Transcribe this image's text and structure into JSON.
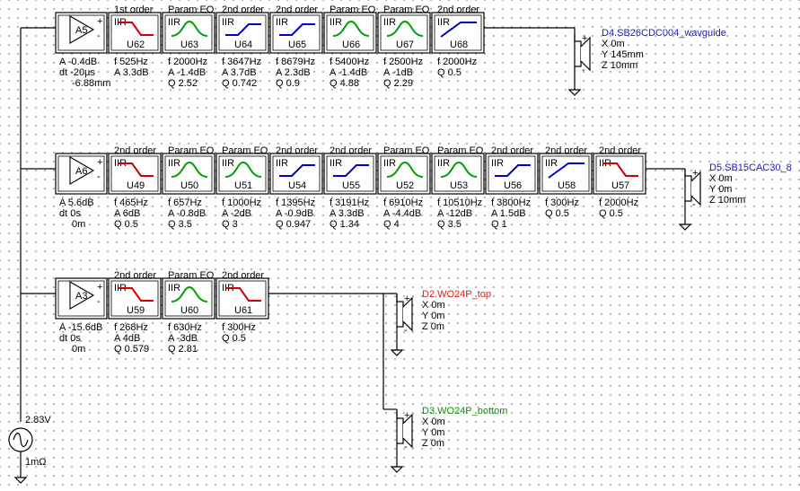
{
  "source": {
    "voltage": "2.83V",
    "impedance": "1mΩ"
  },
  "chains": [
    {
      "amp": {
        "label": "A5",
        "gain": "A -0.4dB",
        "delay": "dt -20µs",
        "offset": "-6.88mm"
      },
      "filters": [
        {
          "title": "1st order",
          "type": "IIR",
          "id": "U62",
          "icon": "lowpass",
          "color": "#d00000",
          "params": [
            "f  525Hz",
            "A  3.3dB"
          ]
        },
        {
          "title": "Param EQ",
          "type": "IIR",
          "id": "U63",
          "icon": "peak",
          "color": "#00a000",
          "params": [
            "f  2000Hz",
            "A  -1.4dB",
            "Q  2.52"
          ]
        },
        {
          "title": "2nd order",
          "type": "IIR",
          "id": "U64",
          "icon": "highshelf",
          "color": "#0000cc",
          "params": [
            "f  3647Hz",
            "A  3.7dB",
            "Q  0.742"
          ]
        },
        {
          "title": "2nd order",
          "type": "IIR",
          "id": "U65",
          "icon": "highshelf",
          "color": "#0000cc",
          "params": [
            "f  8679Hz",
            "A  2.3dB",
            "Q  0.9"
          ]
        },
        {
          "title": "Param EQ",
          "type": "IIR",
          "id": "U66",
          "icon": "peak",
          "color": "#00a000",
          "params": [
            "f  5400Hz",
            "A  -1.4dB",
            "Q  4.88"
          ]
        },
        {
          "title": "Param EQ",
          "type": "IIR",
          "id": "U67",
          "icon": "peak",
          "color": "#00a000",
          "params": [
            "f  2500Hz",
            "A  -1dB",
            "Q  2.29"
          ]
        },
        {
          "title": "2nd order",
          "type": "IIR",
          "id": "U68",
          "icon": "highpass",
          "color": "#0000cc",
          "params": [
            "f  2000Hz",
            "Q  0.5"
          ]
        }
      ],
      "drivers": [
        {
          "name": "D4.SB26CDC004_wavguide",
          "color": "#1a1acc",
          "coords": [
            "X  0m",
            "Y  145mm",
            "Z  10mm"
          ]
        }
      ]
    },
    {
      "amp": {
        "label": "A6",
        "gain": "A  5.6dB",
        "delay": "dt 0s",
        "offset": "0m"
      },
      "filters": [
        {
          "title": "2nd order",
          "type": "IIR",
          "id": "U49",
          "icon": "lowpass",
          "color": "#d00000",
          "params": [
            "f  465Hz",
            "A  6dB",
            "Q  0.5"
          ]
        },
        {
          "title": "Param EQ",
          "type": "IIR",
          "id": "U50",
          "icon": "peak",
          "color": "#00a000",
          "params": [
            "f  657Hz",
            "A  -0.8dB",
            "Q  3.5"
          ]
        },
        {
          "title": "Param EQ",
          "type": "IIR",
          "id": "U51",
          "icon": "peak",
          "color": "#00a000",
          "params": [
            "f  1000Hz",
            "A  -2dB",
            "Q  3"
          ]
        },
        {
          "title": "2nd order",
          "type": "IIR",
          "id": "U54",
          "icon": "highshelf",
          "color": "#0000cc",
          "params": [
            "f  1395Hz",
            "A  -0.9dB",
            "Q  0.947"
          ]
        },
        {
          "title": "2nd order",
          "type": "IIR",
          "id": "U55",
          "icon": "highshelf",
          "color": "#0000cc",
          "params": [
            "f  3191Hz",
            "A  3.3dB",
            "Q  1.34"
          ]
        },
        {
          "title": "Param EQ",
          "type": "IIR",
          "id": "U52",
          "icon": "peak",
          "color": "#00a000",
          "params": [
            "f  6910Hz",
            "A  -4.4dB",
            "Q  4"
          ]
        },
        {
          "title": "Param EQ",
          "type": "IIR",
          "id": "U53",
          "icon": "peak",
          "color": "#00a000",
          "params": [
            "f  10510Hz",
            "A  -12dB",
            "Q  3.5"
          ]
        },
        {
          "title": "2nd order",
          "type": "IIR",
          "id": "U56",
          "icon": "highshelf",
          "color": "#0000cc",
          "params": [
            "f  3800Hz",
            "A  1.5dB",
            "Q  1"
          ]
        },
        {
          "title": "2nd order",
          "type": "IIR",
          "id": "U58",
          "icon": "highpass",
          "color": "#0000cc",
          "params": [
            "f  300Hz",
            "Q  0.5"
          ]
        },
        {
          "title": "2nd order",
          "type": "IIR",
          "id": "U57",
          "icon": "lowpass",
          "color": "#d00000",
          "params": [
            "f  2000Hz",
            "Q  0.5"
          ]
        }
      ],
      "drivers": [
        {
          "name": "D5.SB15CAC30_8",
          "color": "#1a1acc",
          "coords": [
            "X  0m",
            "Y  0m",
            "Z  10mm"
          ]
        }
      ]
    },
    {
      "amp": {
        "label": "A3",
        "gain": "A  -15.6dB",
        "delay": "dt 0s",
        "offset": "0m"
      },
      "filters": [
        {
          "title": "2nd order",
          "type": "IIR",
          "id": "U59",
          "icon": "lowpass",
          "color": "#d00000",
          "params": [
            "f  268Hz",
            "A  4dB",
            "Q  0.579"
          ]
        },
        {
          "title": "Param EQ",
          "type": "IIR",
          "id": "U60",
          "icon": "peak",
          "color": "#00a000",
          "params": [
            "f  630Hz",
            "A  -3dB",
            "Q  2.81"
          ]
        },
        {
          "title": "2nd order",
          "type": "IIR",
          "id": "U61",
          "icon": "lowpass",
          "color": "#d00000",
          "params": [
            "f  300Hz",
            "Q  0.5"
          ]
        }
      ],
      "drivers": [
        {
          "name": "D2.WO24P_top",
          "color": "#e02020",
          "coords": [
            "X  0m",
            "Y  0m",
            "Z  0m"
          ]
        },
        {
          "name": "D3.WO24P_bottom",
          "color": "#109010",
          "coords": [
            "X  0m",
            "Y  0m",
            "Z  0m"
          ]
        }
      ]
    }
  ]
}
